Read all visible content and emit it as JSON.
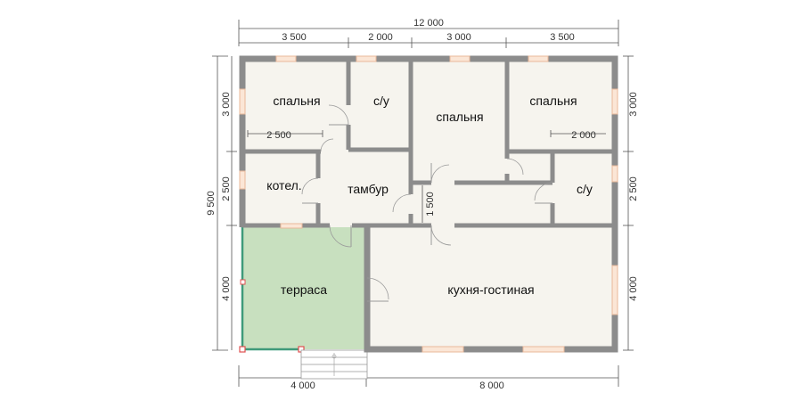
{
  "dimensions": {
    "top_total": "12 000",
    "top_segments": [
      "3 500",
      "2 000",
      "3 000",
      "3 500"
    ],
    "left_total": "9 500",
    "left_segments": [
      "3 000",
      "2 500",
      "4 000"
    ],
    "right_segments": [
      "3 000",
      "2 500",
      "4 000"
    ],
    "bottom_segments": [
      "4 000",
      "8 000"
    ],
    "inner": {
      "bedroom_left_width": "2 500",
      "bedroom_right_width": "2 000",
      "corridor_width": "1 500"
    }
  },
  "rooms": {
    "bedroom_left": "спальня",
    "bathroom_top": "с/у",
    "bedroom_center": "спальня",
    "bedroom_right": "спальня",
    "boiler": "котел.",
    "vestibule": "тамбур",
    "bathroom_right": "с/у",
    "terrace": "терраса",
    "kitchen_living": "кухня-гостиная"
  },
  "colors": {
    "wall": "#8c8c8c",
    "floor": "#f6f4ee",
    "terrace_fill": "#c8e0bf",
    "terrace_border": "#3f9a7a",
    "window": "#fbe6d6",
    "post": "#e05050"
  }
}
